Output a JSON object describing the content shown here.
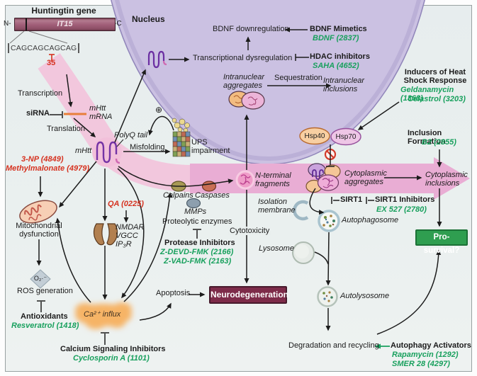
{
  "colors": {
    "background": "#eaf0ef",
    "nucleus_fill": "#cbc1e2",
    "flow_band_pink": "#f2c7dd",
    "flow_arrow_pink": "#e9add4",
    "drug_green": "#18a05d",
    "toxin_red": "#d63220",
    "neurodegeneration_box": "#7d2b49",
    "pro_survival_box": "#2f9e50",
    "mrna_orange": "#e87f3a"
  },
  "icons": {
    "plus_circle": "⊕",
    "prohibition": "red circle with slash",
    "inhibition": "T-bar line ends"
  },
  "gene": {
    "title": "Huntingtin gene",
    "name": "IT15",
    "n_terminus": "N-",
    "c_terminus": "-C",
    "repeats": "CAGCAGCAGCAG",
    "repeat_threshold": "35"
  },
  "transcription": {
    "transcription": "Transcription",
    "sirna": "siRNA",
    "mrna": "mHtt\nmRNA",
    "translation": "Translation"
  },
  "protein": {
    "mhtt": "mHtt",
    "polyq": "PolyQ tail",
    "misfolding": "Misfolding",
    "ups": "UPS\nimpairment",
    "plus": "⊕"
  },
  "nucleus": {
    "title": "Nucleus",
    "bdnf_downregulation": "BDNF downregulation",
    "transcriptional_dysregulation": "Transcriptional dysregulation",
    "intranuclear_aggregates": "Intranuclear\naggregates",
    "sequestration": "Sequestration",
    "intranuclear_inclusions": "Intranuclear\ninclusions"
  },
  "chaperones": {
    "hsp40": "Hsp40",
    "hsp70": "Hsp70"
  },
  "toxins": {
    "np": "3-NP (4849)",
    "methylmalonate": "Methylmalonate (4979)",
    "qa": "QA (0225)"
  },
  "cytoplasm": {
    "nterminal": "N-terminal\nfragments",
    "cytoplasmic_aggregates": "Cytoplasmic\naggregates",
    "cytoplasmic_inclusions": "Cytoplasmic\ninclusions",
    "isolation_membrane": "Isolation\nmembrane",
    "autophagosome": "Autophagosome",
    "lysosome": "Lysosome",
    "autolysosome": "Autolysosome",
    "degradation": "Degradation and recycling",
    "cytotoxicity": "Cytotoxicity"
  },
  "proteolysis": {
    "calpains": "Calpains",
    "caspases": "Caspases",
    "mmps": "MMPs",
    "proteolytic": "Proteolytic enzymes"
  },
  "mitochondria": {
    "dysfunction": "Mitochondrial\ndysfunction",
    "superoxide": "O₂·⁻",
    "ros": "ROS generation"
  },
  "calcium_sig": {
    "receptors": "NMDAR\nVGCC\nIP₃R",
    "influx": "Ca²⁺ influx"
  },
  "outcomes": {
    "apoptosis": "Apoptosis",
    "neurodegeneration": "Neurodegeneration",
    "pro_survival": "Pro-survival?"
  },
  "treatments": {
    "bdnf_mimetics": {
      "title": "BDNF Mimetics",
      "drug": "BDNF (2837)"
    },
    "hdac": {
      "title": "HDAC inhibitors",
      "drug": "SAHA (4652)"
    },
    "heat_shock": {
      "title": "Inducers of Heat\nShock Response",
      "drug1": "Geldanamycin (1368)",
      "drug2": "Celastrol (3203)"
    },
    "inclusion": {
      "title": "Inclusion Formation",
      "drug": "B2 (2855)"
    },
    "sirt1": {
      "target": "SIRT1",
      "title": "SIRT1 Inhibitors",
      "drug": "EX 527 (2780)"
    },
    "protease": {
      "title": "Protease Inhibitors",
      "drug1": "Z-DEVD-FMK (2166)",
      "drug2": "Z-VAD-FMK (2163)"
    },
    "antioxidants": {
      "title": "Antioxidants",
      "drug": "Resveratrol (1418)"
    },
    "calcium": {
      "title": "Calcium Signaling Inhibitors",
      "drug": "Cyclosporin A (1101)"
    },
    "autophagy": {
      "title": "Autophagy Activators",
      "drug1": "Rapamycin (1292)",
      "drug2": "SMER 28 (4297)"
    }
  }
}
